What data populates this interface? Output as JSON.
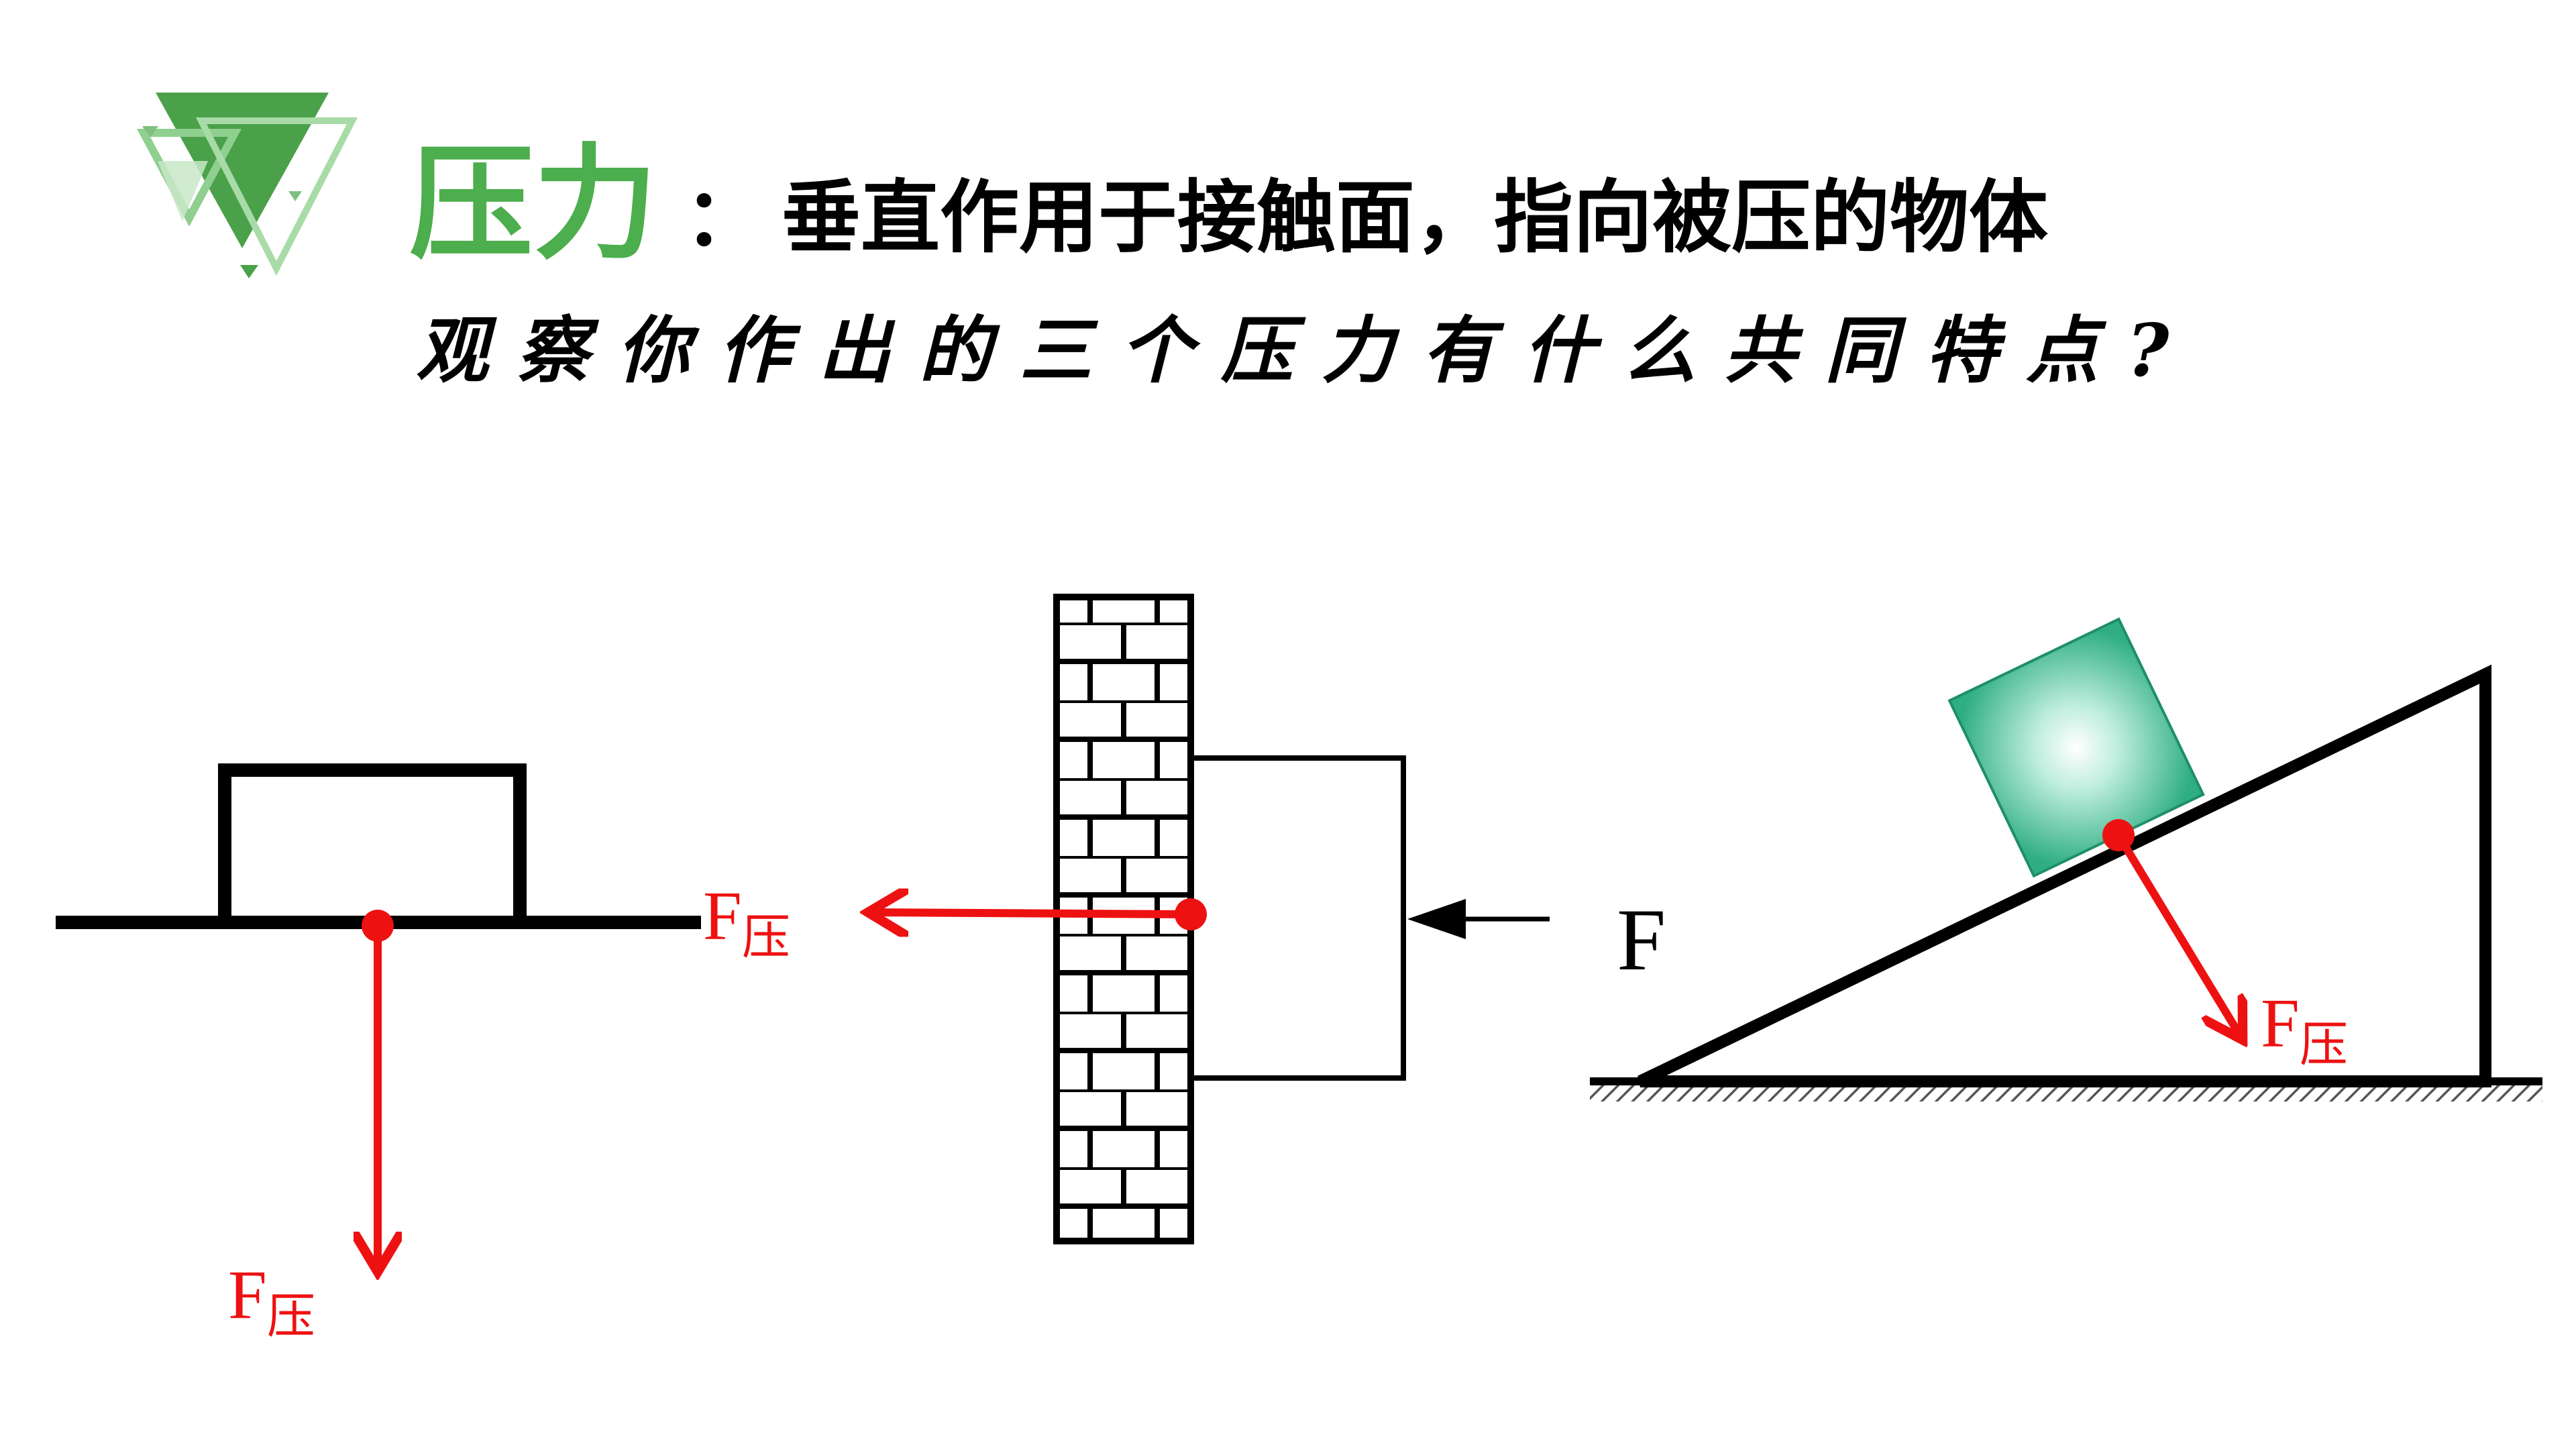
{
  "title": {
    "term": "压力",
    "separator": "：",
    "definition": "垂直作用于接触面，指向被压的物体"
  },
  "question": "观察你作出的三个压力有什么共同特点?",
  "diagrams": {
    "floor_case": {
      "force_symbol": "F",
      "force_subscript": "压"
    },
    "wall_case": {
      "force_symbol": "F",
      "force_subscript": "压",
      "applied_force_label": "F"
    },
    "incline_case": {
      "force_symbol": "F",
      "force_subscript": "压"
    }
  },
  "colors": {
    "accent_green": "#4cae4c",
    "force_red": "#ee1111",
    "text_black": "#000000",
    "block_teal": "#3fbf95"
  },
  "icons": {
    "title_decoration": "green-triangles-icon"
  }
}
